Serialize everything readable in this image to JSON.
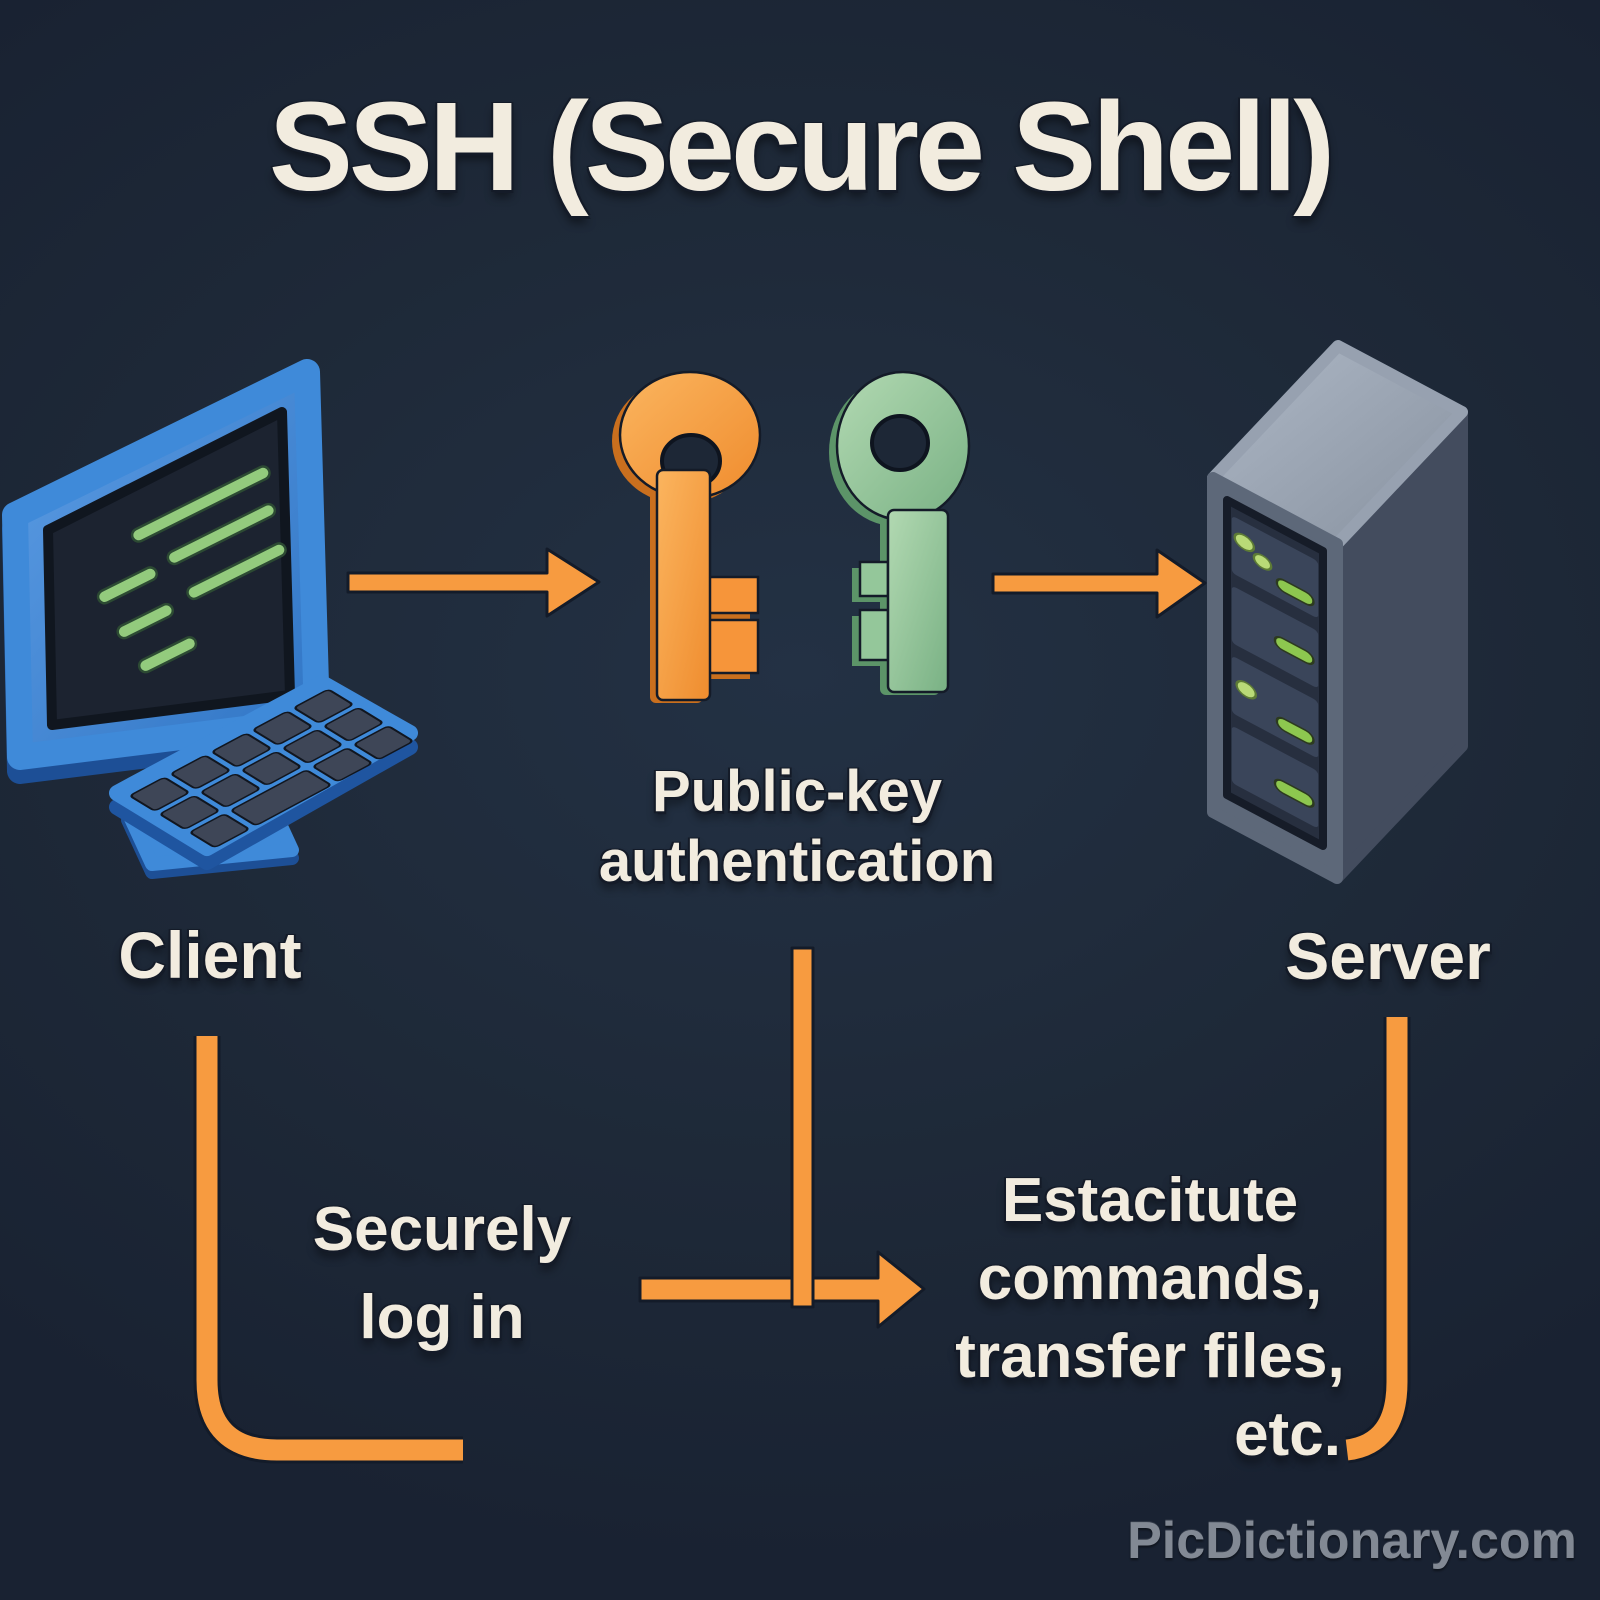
{
  "title": "SSH (Secure Shell)",
  "watermark": "PicDictionary.com",
  "nodes": {
    "client": {
      "label": "Client",
      "icon": "desktop-computer-icon"
    },
    "auth": {
      "label_lines": [
        "Public-key",
        "authentication"
      ],
      "icon": "key-pair-icon"
    },
    "server": {
      "label": "Server",
      "icon": "server-tower-icon"
    }
  },
  "flows": {
    "client_to_auth": {
      "icon": "right-arrow-icon"
    },
    "auth_to_server": {
      "icon": "right-arrow-icon"
    },
    "login": {
      "label_lines": [
        "Securely",
        "log in"
      ]
    },
    "execute": {
      "label_lines": [
        "Estacitute",
        "commands,",
        "transfer files,",
        "etc."
      ]
    }
  },
  "colors": {
    "background": "#1e2938",
    "accent_orange": "#f79b40",
    "text_cream": "#f2ecdf",
    "terminal_green": "#93cb7d",
    "client_blue": "#3f8ad9",
    "server_gray": "#5d6879",
    "key_orange": "#f6953a",
    "key_green": "#94c79a",
    "watermark_gray": "#8e959f"
  }
}
